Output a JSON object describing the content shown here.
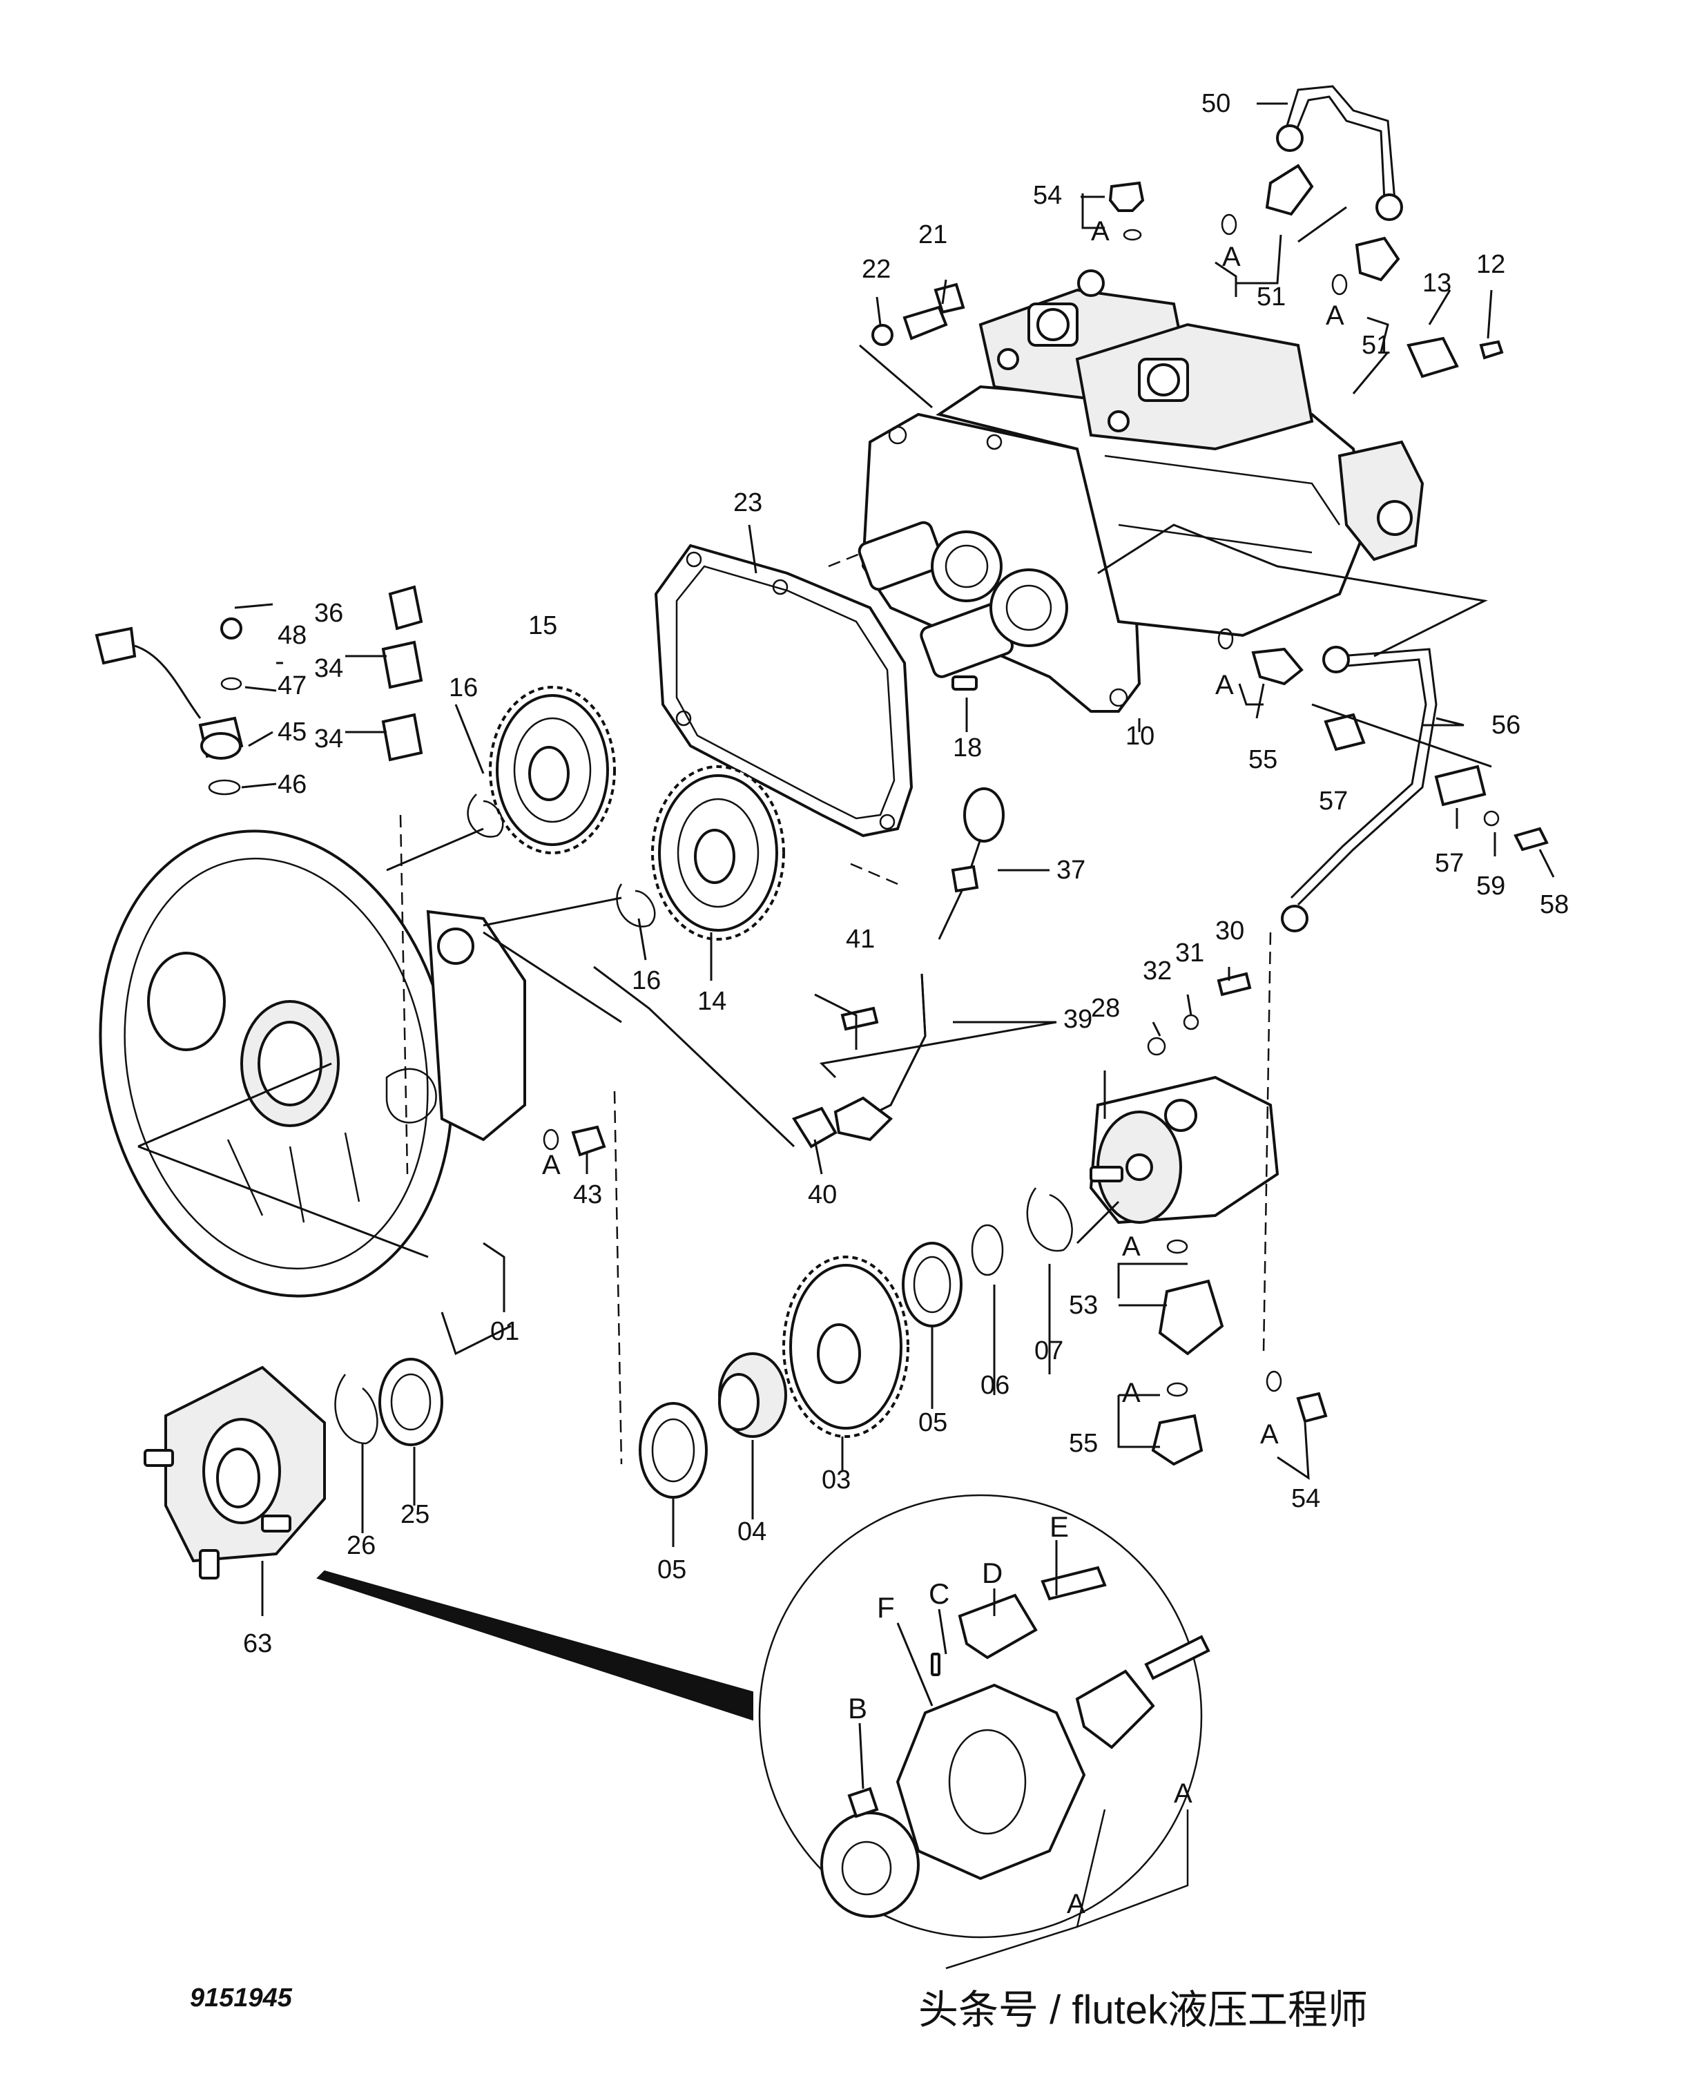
{
  "drawing_number": "9151945",
  "watermark": "头条号 / flutek液压工程师",
  "callouts": [
    {
      "id": "c50",
      "text": "50"
    },
    {
      "id": "c54t",
      "text": "54"
    },
    {
      "id": "c21",
      "text": "21"
    },
    {
      "id": "c22",
      "text": "22"
    },
    {
      "id": "c51a",
      "text": "51"
    },
    {
      "id": "c51b",
      "text": "51"
    },
    {
      "id": "c13",
      "text": "13"
    },
    {
      "id": "c12",
      "text": "12"
    },
    {
      "id": "c23",
      "text": "23"
    },
    {
      "id": "c36",
      "text": "36"
    },
    {
      "id": "c48",
      "text": "48"
    },
    {
      "id": "c34a",
      "text": "34"
    },
    {
      "id": "c47",
      "text": "47"
    },
    {
      "id": "c45",
      "text": "45"
    },
    {
      "id": "c34b",
      "text": "34"
    },
    {
      "id": "c46",
      "text": "46"
    },
    {
      "id": "c15",
      "text": "15"
    },
    {
      "id": "c16a",
      "text": "16"
    },
    {
      "id": "c18",
      "text": "18"
    },
    {
      "id": "c10",
      "text": "10"
    },
    {
      "id": "c55t",
      "text": "55"
    },
    {
      "id": "c56",
      "text": "56"
    },
    {
      "id": "c57a",
      "text": "57"
    },
    {
      "id": "c57b",
      "text": "57"
    },
    {
      "id": "c59",
      "text": "59"
    },
    {
      "id": "c58",
      "text": "58"
    },
    {
      "id": "c37",
      "text": "37"
    },
    {
      "id": "c16b",
      "text": "16"
    },
    {
      "id": "c14",
      "text": "14"
    },
    {
      "id": "c41",
      "text": "41"
    },
    {
      "id": "c39",
      "text": "39"
    },
    {
      "id": "c28",
      "text": "28"
    },
    {
      "id": "c32",
      "text": "32"
    },
    {
      "id": "c31",
      "text": "31"
    },
    {
      "id": "c30",
      "text": "30"
    },
    {
      "id": "c43",
      "text": "43"
    },
    {
      "id": "c40",
      "text": "40"
    },
    {
      "id": "c01",
      "text": "01"
    },
    {
      "id": "c53",
      "text": "53"
    },
    {
      "id": "c07",
      "text": "07"
    },
    {
      "id": "c06",
      "text": "06"
    },
    {
      "id": "c05a",
      "text": "05"
    },
    {
      "id": "c03",
      "text": "03"
    },
    {
      "id": "c04",
      "text": "04"
    },
    {
      "id": "c05b",
      "text": "05"
    },
    {
      "id": "c55b",
      "text": "55"
    },
    {
      "id": "c54b",
      "text": "54"
    },
    {
      "id": "c26",
      "text": "26"
    },
    {
      "id": "c25",
      "text": "25"
    },
    {
      "id": "c63",
      "text": "63"
    },
    {
      "id": "cE",
      "text": "E"
    },
    {
      "id": "cD",
      "text": "D"
    },
    {
      "id": "cC",
      "text": "C"
    },
    {
      "id": "cF",
      "text": "F"
    },
    {
      "id": "cB",
      "text": "B"
    }
  ],
  "a_marks": [
    {
      "id": "a1",
      "text": "A"
    },
    {
      "id": "a2",
      "text": "A"
    },
    {
      "id": "a3",
      "text": "A"
    },
    {
      "id": "a4",
      "text": "A"
    },
    {
      "id": "a5",
      "text": "A"
    },
    {
      "id": "a6",
      "text": "A"
    },
    {
      "id": "a7",
      "text": "A"
    },
    {
      "id": "a8",
      "text": "A"
    },
    {
      "id": "a9",
      "text": "A"
    },
    {
      "id": "a10",
      "text": "A"
    }
  ]
}
